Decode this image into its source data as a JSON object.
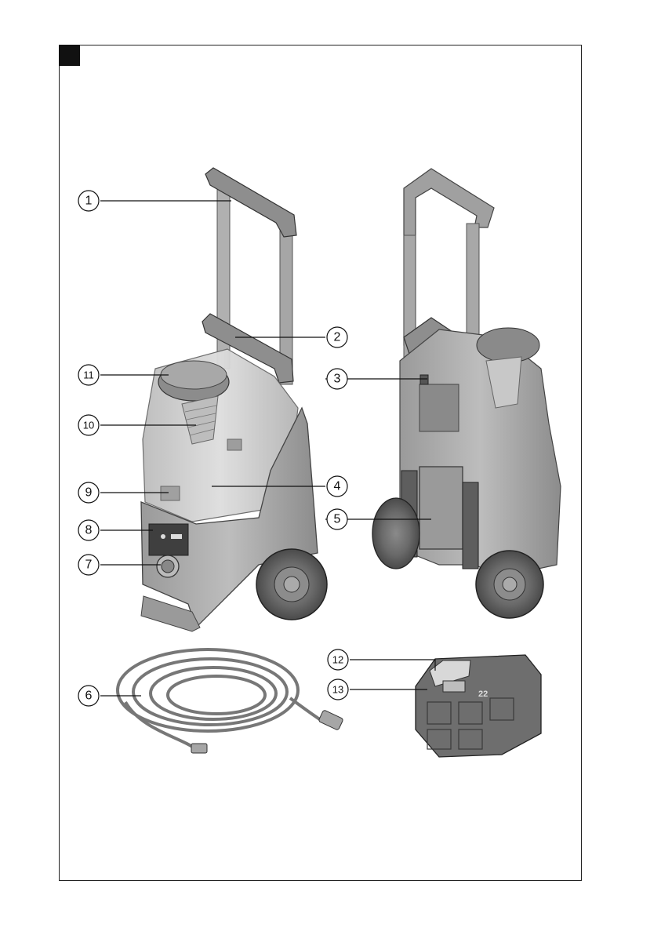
{
  "figure": {
    "corner_mark": "",
    "callouts": [
      {
        "id": "1",
        "label": "1"
      },
      {
        "id": "2",
        "label": "2"
      },
      {
        "id": "3",
        "label": "3"
      },
      {
        "id": "4",
        "label": "4"
      },
      {
        "id": "5",
        "label": "5"
      },
      {
        "id": "6",
        "label": "6"
      },
      {
        "id": "7",
        "label": "7"
      },
      {
        "id": "8",
        "label": "8"
      },
      {
        "id": "9",
        "label": "9"
      },
      {
        "id": "10",
        "label": "10"
      },
      {
        "id": "11",
        "label": "11"
      },
      {
        "id": "12",
        "label": "12"
      },
      {
        "id": "13",
        "label": "13"
      }
    ],
    "battery_marking": "22",
    "colors": {
      "body": "#a9a9a9",
      "dark": "#5a5a5a",
      "light": "#d6d6d6",
      "tank": "#c8c8c8"
    }
  }
}
